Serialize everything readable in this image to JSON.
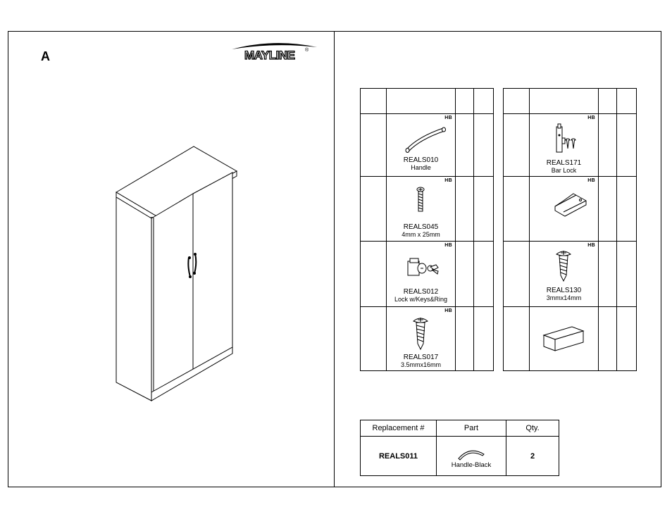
{
  "page": {
    "corner_letter": "A",
    "brand": "MAYLINE",
    "brand_mark": "®"
  },
  "parts_left": [
    {
      "code": "REALS010",
      "desc": "Handle",
      "tag": "HB",
      "icon": "handle-icon"
    },
    {
      "code": "REALS045",
      "desc": "4mm x 25mm",
      "tag": "HB",
      "icon": "screw-icon"
    },
    {
      "code": "REALS012",
      "desc": "Lock w/Keys&Ring",
      "tag": "HB",
      "icon": "lock-icon"
    },
    {
      "code": "REALS017",
      "desc": "3.5mmx16mm",
      "tag": "HB",
      "icon": "wood-screw-icon"
    }
  ],
  "parts_right": [
    {
      "code": "REALS171",
      "desc": "Bar Lock",
      "tag": "HB",
      "icon": "bar-lock-icon"
    },
    {
      "code": "",
      "desc": "",
      "tag": "HB",
      "icon": "bracket-icon"
    },
    {
      "code": "REALS130",
      "desc": "3mmx14mm",
      "tag": "HB",
      "icon": "wood-screw-icon"
    },
    {
      "code": "",
      "desc": "",
      "tag": "",
      "icon": "block-icon"
    }
  ],
  "replacement": {
    "headers": [
      "Replacement #",
      "Part",
      "Qty."
    ],
    "code": "REALS011",
    "part_label": "Handle-Black",
    "qty": "2"
  }
}
